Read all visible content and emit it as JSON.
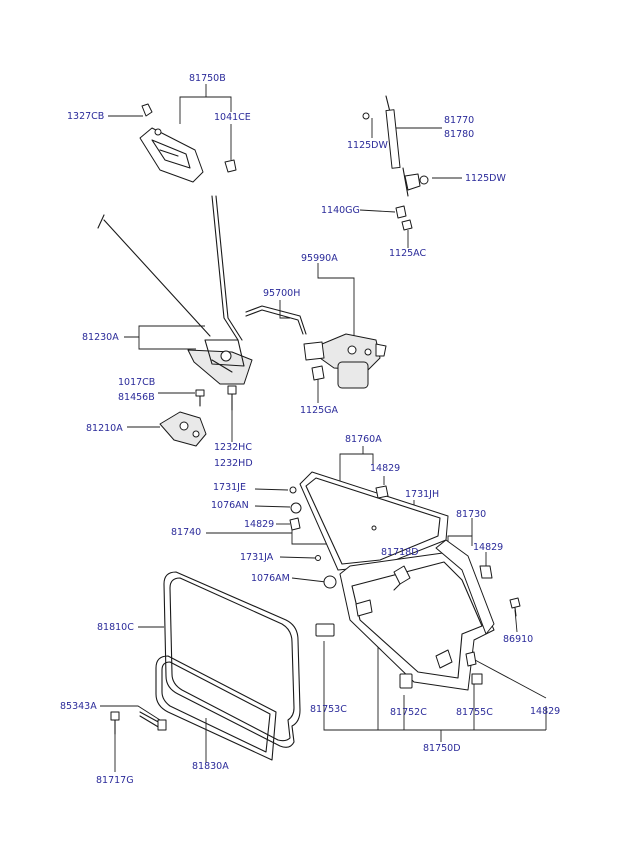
{
  "labels": {
    "p81750B": "81750B",
    "p1327CB": "1327CB",
    "p1041CE": "1041CE",
    "p81770": "81770",
    "p81780": "81780",
    "p1125DW_a": "1125DW",
    "p1125DW_b": "1125DW",
    "p1140GG": "1140GG",
    "p1125AC": "1125AC",
    "p95990A": "95990A",
    "p95700H": "95700H",
    "p81230A": "81230A",
    "p1017CB": "1017CB",
    "p81456B": "81456B",
    "p81210A": "81210A",
    "p1125GA": "1125GA",
    "p1232HC": "1232HC",
    "p1232HD": "1232HD",
    "p81760A": "81760A",
    "p14829_a": "14829",
    "p1731JE": "1731JE",
    "p1076AN": "1076AN",
    "p1731JH": "1731JH",
    "p81740": "81740",
    "p14829_b": "14829",
    "p81730": "81730",
    "p14829_c": "14829",
    "p1731JA": "1731JA",
    "p81718D": "81718D",
    "p1076AM": "1076AM",
    "p86910": "86910",
    "p81810C": "81810C",
    "p85343A": "85343A",
    "p81753C": "81753C",
    "p81752C": "81752C",
    "p81755C": "81755C",
    "p14829_d": "14829",
    "p81830A": "81830A",
    "p81750D": "81750D",
    "p81717G": "81717G"
  },
  "colors": {
    "label": "#2b2b9a",
    "line": "#1f1f1f"
  }
}
